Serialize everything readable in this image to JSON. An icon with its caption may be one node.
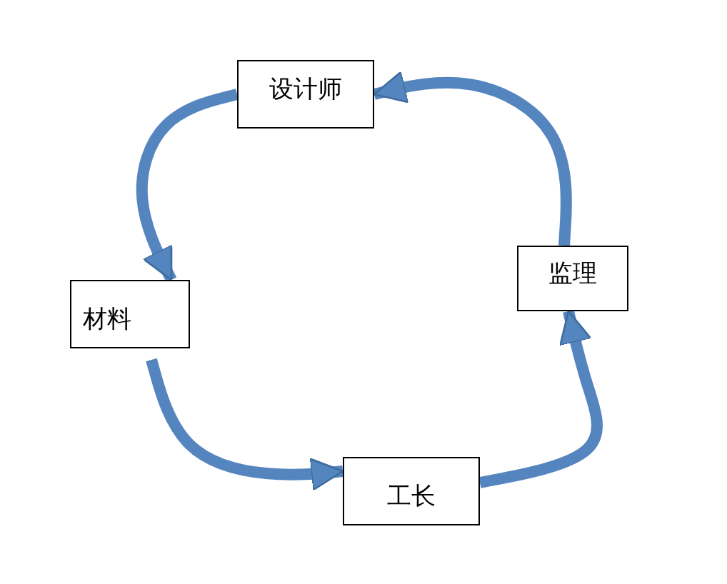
{
  "diagram": {
    "nodes": [
      {
        "text": [
          "设计师"
        ]
      },
      {
        "text": [
          "材料"
        ]
      },
      {
        "text": [
          "工长"
        ]
      },
      {
        "text": [
          "监理"
        ]
      }
    ],
    "edges": [
      {
        "from": 0,
        "to": 1,
        "arrow": "to"
      },
      {
        "from": 1,
        "to": 2,
        "arrow": "to"
      },
      {
        "from": 2,
        "to": 3,
        "arrow": "to"
      },
      {
        "from": 3,
        "to": 0,
        "arrow": "to"
      }
    ]
  }
}
